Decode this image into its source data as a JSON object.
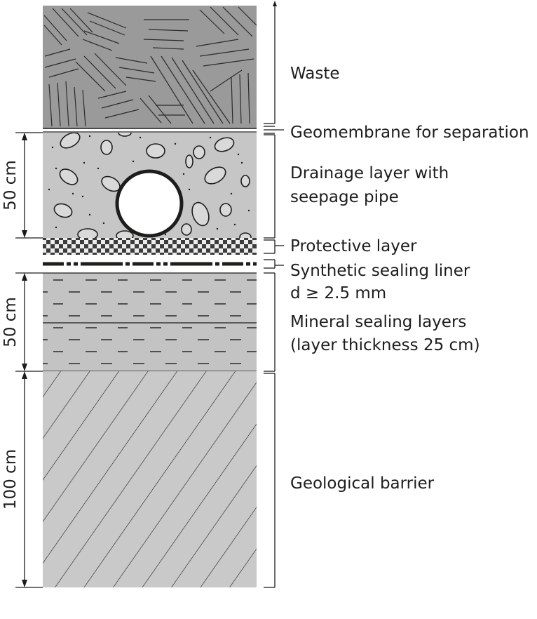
{
  "layers": {
    "waste": "Waste",
    "geomembrane": "Geomembrane for separation",
    "drainage_line1": "Drainage layer with",
    "drainage_line2": "seepage pipe",
    "protective": "Protective layer",
    "liner_line1": "Synthetic sealing liner",
    "liner_line2": "d ≥ 2.5 mm",
    "mineral_line1": "Mineral sealing layers",
    "mineral_line2": "(layer thickness 25 cm)",
    "geological": "Geological barrier"
  },
  "dimensions": {
    "drainage": "50 cm",
    "mineral": "50 cm",
    "geological": "100 cm"
  },
  "colors": {
    "waste_fill": "#9a9a9a",
    "drainage_fill": "#c6c6c6",
    "protective_fill": "#555555",
    "mineral_fill": "#c3c3c3",
    "barrier_fill": "#c9c9c9",
    "line": "#1d1d1b"
  }
}
